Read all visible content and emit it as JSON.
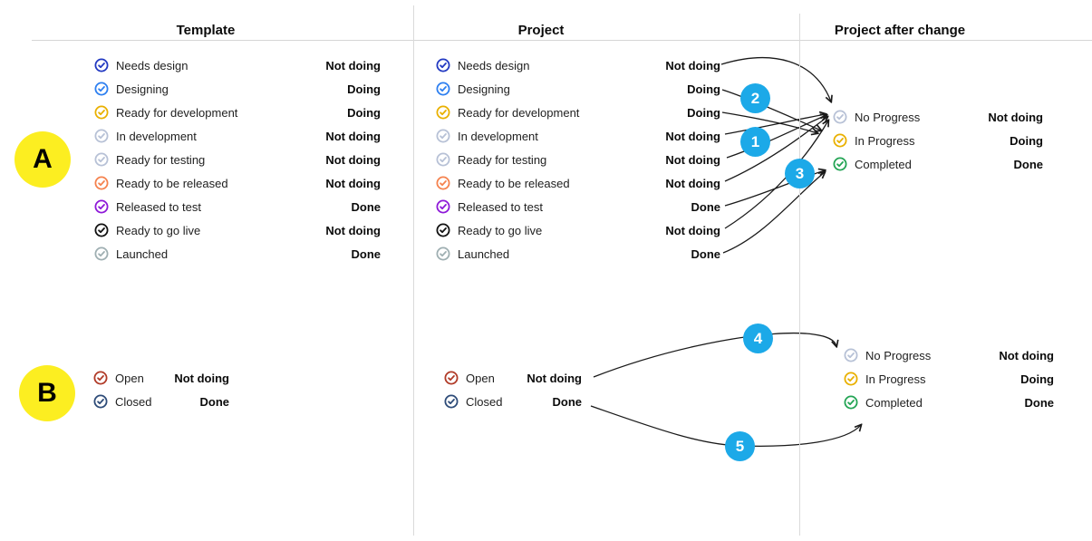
{
  "columns": [
    {
      "title": "Template"
    },
    {
      "title": "Project"
    },
    {
      "title": "Project after change"
    }
  ],
  "sections": {
    "A": {
      "badge": "A",
      "statuses": [
        {
          "name": "Needs design",
          "category": "Not doing",
          "color": "#2239C2"
        },
        {
          "name": "Designing",
          "category": "Doing",
          "color": "#2D7FF0"
        },
        {
          "name": "Ready for development",
          "category": "Doing",
          "color": "#E9B000"
        },
        {
          "name": "In development",
          "category": "Not doing",
          "color": "#B7C1D6"
        },
        {
          "name": "Ready for testing",
          "category": "Not doing",
          "color": "#B7C1D6"
        },
        {
          "name": "Ready to be released",
          "category": "Not doing",
          "color": "#F5824E"
        },
        {
          "name": "Released to test",
          "category": "Done",
          "color": "#8E18D8"
        },
        {
          "name": "Ready to go live",
          "category": "Not doing",
          "color": "#111111"
        },
        {
          "name": "Launched",
          "category": "Done",
          "color": "#9FAFB2"
        }
      ],
      "after_statuses": [
        {
          "name": "No Progress",
          "category": "Not doing",
          "color": "#B7C1D6"
        },
        {
          "name": "In Progress",
          "category": "Doing",
          "color": "#E9B000"
        },
        {
          "name": "Completed",
          "category": "Done",
          "color": "#23A454"
        }
      ]
    },
    "B": {
      "badge": "B",
      "statuses": [
        {
          "name": "Open",
          "category": "Not doing",
          "color": "#B03A27"
        },
        {
          "name": "Closed",
          "category": "Done",
          "color": "#2D4B78"
        }
      ],
      "after_statuses": [
        {
          "name": "No Progress",
          "category": "Not doing",
          "color": "#B7C1D6"
        },
        {
          "name": "In Progress",
          "category": "Doing",
          "color": "#E9B000"
        },
        {
          "name": "Completed",
          "category": "Done",
          "color": "#23A454"
        }
      ]
    }
  },
  "mappings": [
    {
      "marker": "1",
      "from": "Not doing",
      "to": "No Progress"
    },
    {
      "marker": "2",
      "from": "Doing",
      "to": "In Progress"
    },
    {
      "marker": "3",
      "from": "Done",
      "to": "Completed"
    },
    {
      "marker": "4",
      "from": "Not doing",
      "to": "No Progress"
    },
    {
      "marker": "5",
      "from": "Done",
      "to": "Completed"
    }
  ],
  "colors": {
    "marker_blue": "#1CA9E8",
    "badge_yellow": "#FCEE21",
    "arrow": "#1a1a1a"
  }
}
